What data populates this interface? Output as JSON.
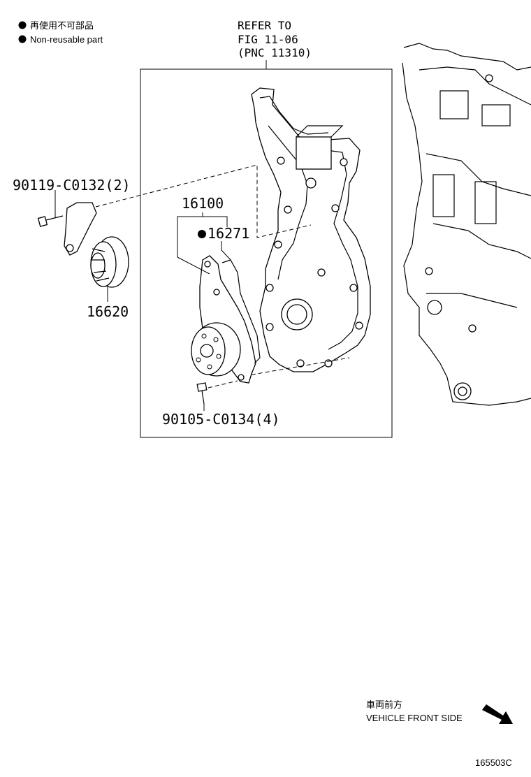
{
  "legend": {
    "japanese": "再使用不可部品",
    "english": "Non-reusable part"
  },
  "refer": {
    "line1": "REFER TO",
    "line2": "FIG 11-06",
    "line3": "(PNC 11310)"
  },
  "callouts": {
    "bolt_upper": "90119-C0132(2)",
    "idler": "16620",
    "pump_assembly": "16100",
    "gasket": "16271",
    "bolt_lower": "90105-C0134(4)"
  },
  "front": {
    "japanese": "車両前方",
    "english": "VEHICLE FRONT SIDE"
  },
  "figure_id": "165503C"
}
